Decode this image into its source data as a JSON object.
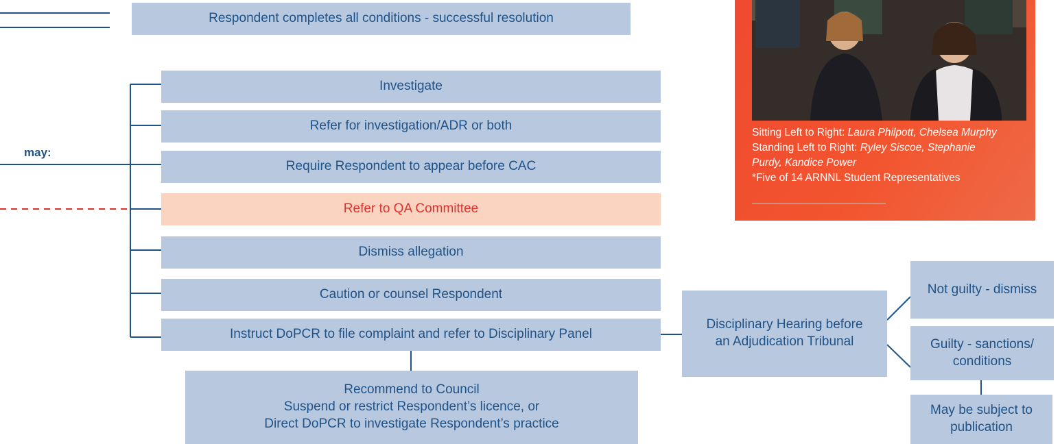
{
  "top_box": "Respondent completes all conditions - successful resolution",
  "may_label": "may:",
  "options": [
    "Investigate",
    "Refer for investigation/ADR or both",
    "Require Respondent to appear before CAC",
    "Refer to QA Committee",
    "Dismiss allegation",
    "Caution or counsel Respondent",
    "Instruct DoPCR to file complaint and refer to Disciplinary Panel"
  ],
  "recommend": {
    "line1": "Recommend to Council",
    "line2": "Suspend or restrict Respondent’s licence, or",
    "line3": "Direct DoPCR to investigate Respondent’s practice"
  },
  "hearing": {
    "line1": "Disciplinary Hearing before",
    "line2": "an Adjudication Tribunal"
  },
  "outcomes": {
    "not_guilty": "Not guilty - dismiss",
    "guilty_line1": "Guilty - sanctions/",
    "guilty_line2": "conditions",
    "publication_line1": "May be subject to",
    "publication_line2": "publication"
  },
  "caption": {
    "sitting_label": "Sitting Left to Right: ",
    "sitting_names": "Laura Philpott, Chelsea Murphy",
    "standing_label": "Standing Left to Right: ",
    "standing_names_1": "Ryley Siscoe, Stephanie",
    "standing_names_2": "Purdy, Kandice Power",
    "note": "*Five of 14 ARNNL Student Representatives"
  },
  "colors": {
    "box_fill": "#b8c8df",
    "text_blue": "#1f5287",
    "qa_fill": "#fbd3c1",
    "qa_text": "#e0302a",
    "card_orange": "#f04a30"
  }
}
